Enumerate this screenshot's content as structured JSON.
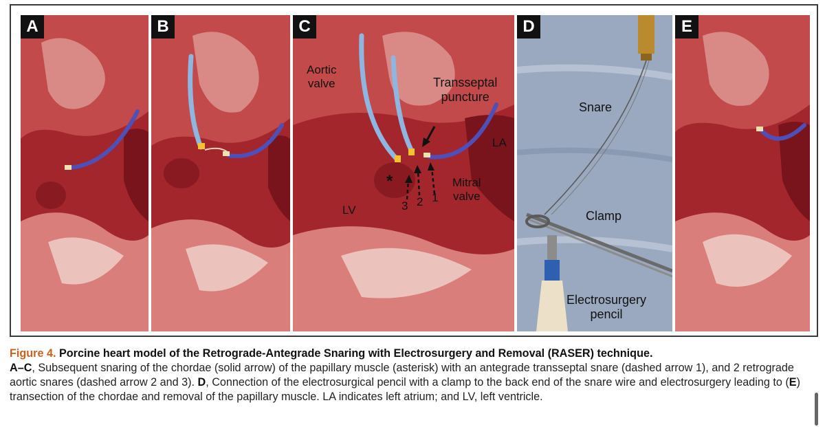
{
  "panels": {
    "a": {
      "letter": "A"
    },
    "b": {
      "letter": "B"
    },
    "c": {
      "letter": "C",
      "aortic_valve": "Aortic\nvalve",
      "transseptal": "Transseptal\npuncture",
      "la": "LA",
      "mitral_valve": "Mitral\nvalve",
      "lv": "LV",
      "asterisk": "*",
      "arrow_1": "1",
      "arrow_2": "2",
      "arrow_3": "3"
    },
    "d": {
      "letter": "D",
      "snare": "Snare",
      "clamp": "Clamp",
      "pencil": "Electrosurgery\npencil"
    },
    "e": {
      "letter": "E"
    }
  },
  "caption": {
    "figure_number": "Figure 4.",
    "title": "Porcine heart model of the Retrograde-Antegrade Snaring with Electrosurgery and Removal (RASER) technique.",
    "abc": "A–C",
    "part1": ", Subsequent snaring of the chordae (solid arrow) of the papillary muscle (asterisk) with an antegrade transseptal snare (dashed arrow 1), and 2 retrograde aortic snares (dashed arrow 2 and 3). ",
    "d": "D",
    "part2": ", Connection of the electrosurgical pencil with a clamp to the back end of the snare wire and electrosurgery leading to (",
    "e": "E",
    "part3": ") transection of the chordae and removal of the papillary muscle. LA indicates left atrium; and LV, left ventricle."
  },
  "colors": {
    "tissue_dark": "#8c1c24",
    "tissue_mid": "#b8383e",
    "tissue_light": "#d9857f",
    "catheter_blue": "#8fb6e0",
    "snare_purple": "#4f4fb8",
    "drape_blue": "#9aa9c0",
    "caption_accent": "#c8621e"
  }
}
